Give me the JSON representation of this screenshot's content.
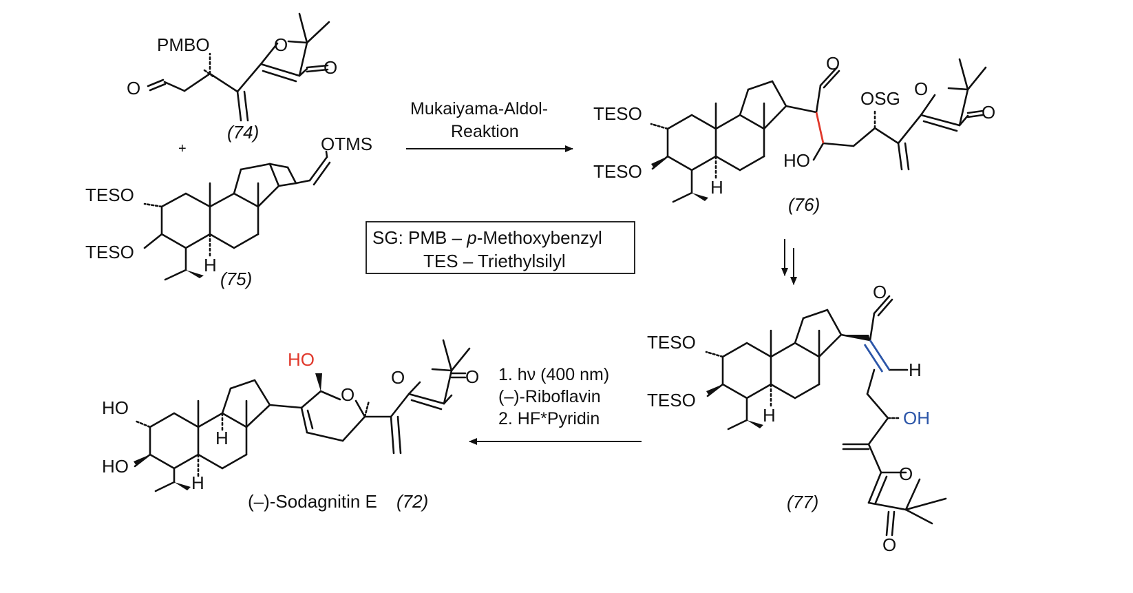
{
  "colors": {
    "ink": "#111111",
    "new_bond_red": "#e0382b",
    "new_bond_blue": "#2b55a8"
  },
  "compounds": {
    "c74": {
      "label": "(74)",
      "atoms": {
        "pmbo": "PMBO",
        "o_ring": "O",
        "o_keto": "O",
        "o_ald": "O"
      }
    },
    "plus": "+",
    "c75": {
      "label": "(75)",
      "atoms": {
        "otms": "OTMS",
        "teso1": "TESO",
        "teso2": "TESO",
        "h": "H"
      }
    },
    "c76": {
      "label": "(76)",
      "atoms": {
        "teso1": "TESO",
        "teso2": "TESO",
        "h": "H",
        "o_ald": "O",
        "ho": "HO",
        "osg": "OSG",
        "o_ring": "O",
        "o_keto": "O"
      }
    },
    "c77": {
      "label": "(77)",
      "atoms": {
        "teso1": "TESO",
        "teso2": "TESO",
        "h": "H",
        "o_ald": "O",
        "h_vinyl": "H",
        "oh": "OH",
        "o_ring": "O",
        "o_keto": "O"
      }
    },
    "c72": {
      "name": "(–)-Sodagnitin E",
      "label": "(72)",
      "atoms": {
        "ho1": "HO",
        "ho2": "HO",
        "h1": "H",
        "h2": "H",
        "ho_red": "HO",
        "o_pyran": "O",
        "o_ring": "O",
        "o_keto": "O"
      }
    }
  },
  "steps": {
    "step1": {
      "line1": "Mukaiyama-Aldol-",
      "line2": "Reaktion"
    },
    "step2": {
      "line1": "1. hν (400 nm)",
      "line2": "(–)-Riboflavin",
      "line3": "2. HF*Pyridin"
    }
  },
  "legend": {
    "line1_prefix": "SG: PMB – ",
    "line1_italic": "p",
    "line1_suffix": "-Methoxybenzyl",
    "line2": "TES – Triethylsilyl"
  }
}
